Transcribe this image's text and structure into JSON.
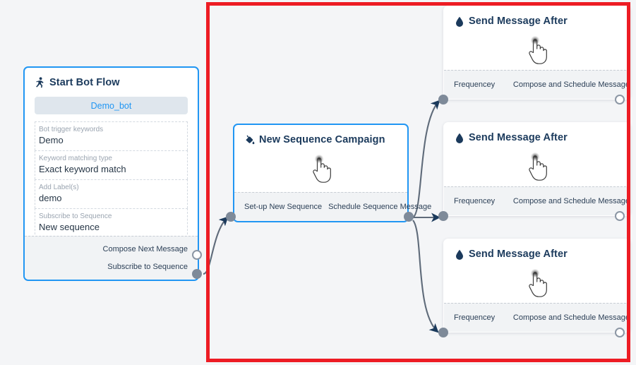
{
  "canvas": {
    "background_color": "#f4f5f7",
    "annotation_rect_color": "#ed1c24"
  },
  "nodes": {
    "start_bot_flow": {
      "title": "Start Bot Flow",
      "icon": "running-person-icon",
      "bot_chip": "Demo_bot",
      "fields": [
        {
          "label": "Bot trigger keywords",
          "value": "Demo"
        },
        {
          "label": "Keyword matching type",
          "value": "Exact keyword match"
        },
        {
          "label": "Add Label(s)",
          "value": "demo"
        },
        {
          "label": "Subscribe to Sequence",
          "value": "New sequence"
        }
      ],
      "outputs": [
        {
          "label": "Compose Next Message",
          "port": "hollow"
        },
        {
          "label": "Subscribe to Sequence",
          "port": "filled"
        }
      ]
    },
    "new_sequence_campaign": {
      "title": "New Sequence Campaign",
      "icon": "paint-bucket-icon",
      "body_icon": "hand-cursor-icon",
      "input_label": "Set-up New Sequence",
      "output_label": "Schedule Sequence Message"
    },
    "send_message_after": [
      {
        "title": "Send Message After",
        "icon": "water-drop-icon",
        "body_icon": "hand-cursor-icon",
        "input_label": "Frequencey",
        "output_label": "Compose and Schedule Message"
      },
      {
        "title": "Send Message After",
        "icon": "water-drop-icon",
        "body_icon": "hand-cursor-icon",
        "input_label": "Frequencey",
        "output_label": "Compose and Schedule Message"
      },
      {
        "title": "Send Message After",
        "icon": "water-drop-icon",
        "body_icon": "hand-cursor-icon",
        "input_label": "Frequencey",
        "output_label": "Compose and Schedule Message"
      }
    ]
  },
  "colors": {
    "accent_blue": "#2196f3",
    "title_navy": "#1b3a5c",
    "port_gray": "#7e8a99",
    "edge_gray": "#5f6b7a"
  }
}
